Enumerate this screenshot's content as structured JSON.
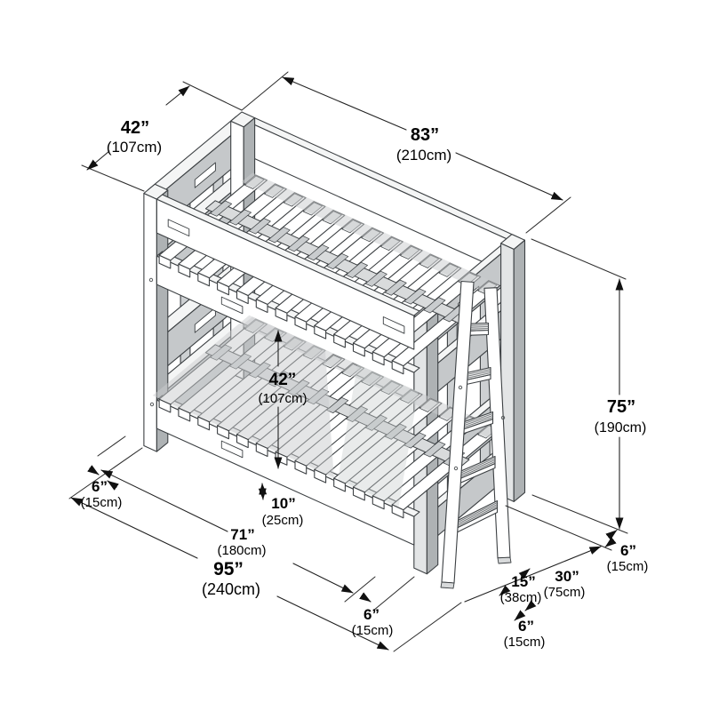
{
  "drawing": {
    "type": "isometric-bunk-bed-dimension-diagram",
    "colors": {
      "outline": "#3c4043",
      "face_white": "#ffffff",
      "face_top": "#f4f5f5",
      "face_grey": "#c5c8ca",
      "face_grey_dark": "#aeb2b4",
      "stile_grey": "#cdd0d2",
      "post_shaded": "#e3e5e6",
      "metal_rail": "#d9dbdc",
      "tread": "#eceded",
      "shadow": "#c9ccce",
      "arrow": "#111111"
    }
  },
  "dimensions": {
    "width_top": {
      "inches": "42”",
      "cm": "(107cm)"
    },
    "length_top": {
      "inches": "83”",
      "cm": "(210cm)"
    },
    "height_right": {
      "inches": "75”",
      "cm": "(190cm)"
    },
    "bunk_gap": {
      "inches": "42”",
      "cm": "(107cm)"
    },
    "under_bed_clearance": {
      "inches": "10”",
      "cm": "(25cm)"
    },
    "left_overhang": {
      "inches": "6”",
      "cm": "(15cm)"
    },
    "leg_span_length": {
      "inches": "71”",
      "cm": "(180cm)"
    },
    "total_length_floor": {
      "inches": "95”",
      "cm": "(240cm)"
    },
    "front_leg_offset": {
      "inches": "6”",
      "cm": "(15cm)"
    },
    "ladder_offset": {
      "inches": "15”",
      "cm": "(38cm)"
    },
    "ladder_span": {
      "inches": "30”",
      "cm": "(75cm)"
    },
    "right_overhang": {
      "inches": "6”",
      "cm": "(15cm)"
    },
    "ladder_front_overhang": {
      "inches": "6”",
      "cm": "(15cm)"
    }
  }
}
